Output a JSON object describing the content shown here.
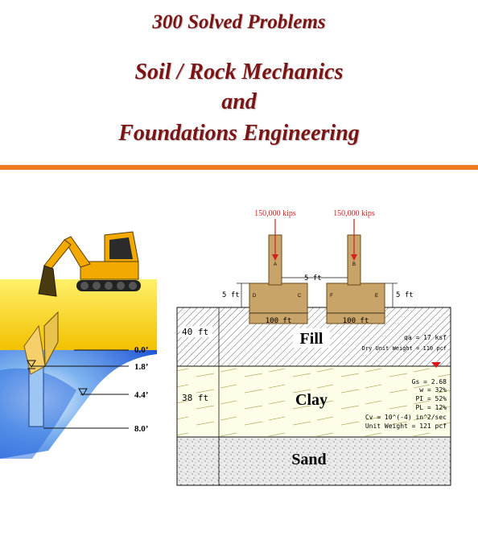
{
  "header": {
    "line1": "300 Solved Problems",
    "line2": "Soil / Rock Mechanics",
    "line3": "and",
    "line4": "Foundations Engineering",
    "title_color": "#7b1414",
    "rule_color": "#f07a1e"
  },
  "excavation": {
    "depths": [
      "0.0’",
      "1.8’",
      "4.4’",
      "8.0’"
    ]
  },
  "foundation": {
    "loads": [
      "150,000 kips",
      "150,000 kips"
    ],
    "points": [
      "A",
      "B",
      "C",
      "D",
      "E",
      "F"
    ],
    "dims": {
      "left_embed": "5 ft",
      "gap": "5 ft",
      "right_embed": "5 ft",
      "footing_left": "100 ft",
      "footing_right": "100 ft",
      "fill_thickness": "40 ft",
      "clay_thickness": "38 ft"
    },
    "layers": {
      "fill": "Fill",
      "clay": "Clay",
      "sand": "Sand"
    },
    "fill_props": [
      "qa = 17 ksf",
      "Dry Unit Weight = 110 pcf"
    ],
    "clay_props": [
      "Gs = 2.68",
      "w = 32%",
      "PI = 52%",
      "PL = 12%",
      "Cv = 10^(-4) in^2/sec",
      "Unit Weight = 121 pcf"
    ]
  }
}
